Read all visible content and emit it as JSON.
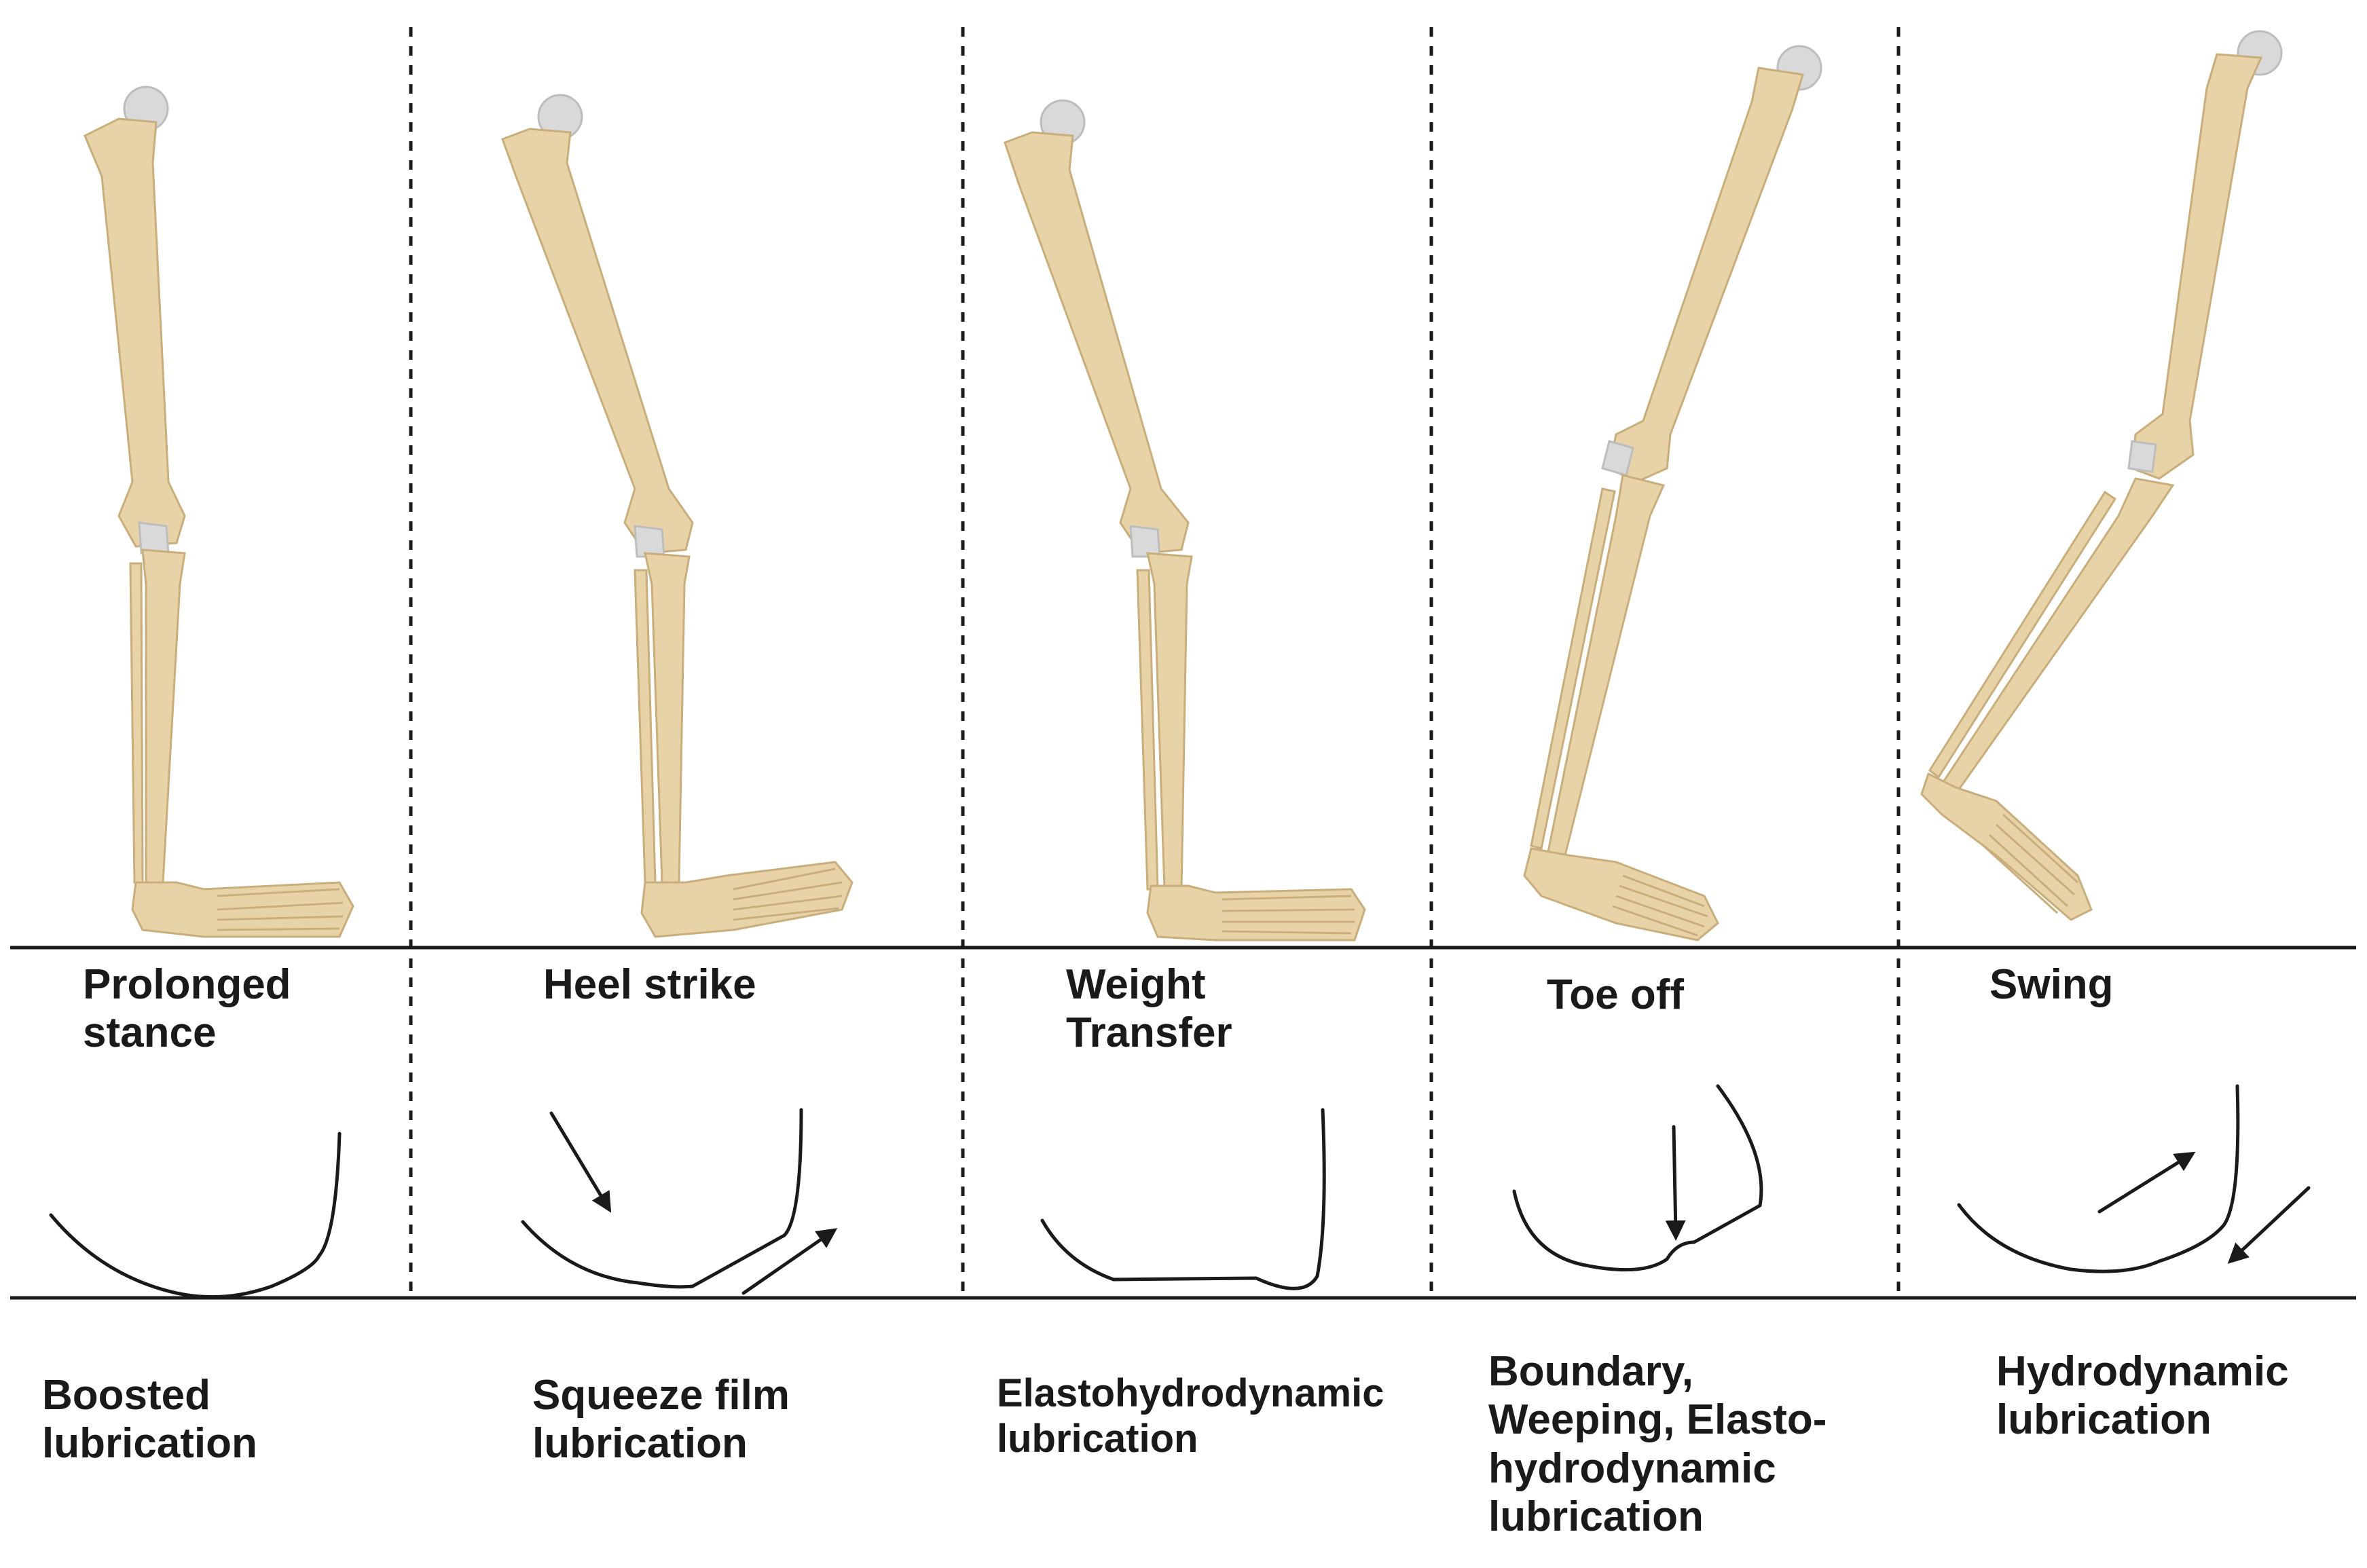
{
  "phases": [
    {
      "name": "Prolonged\nstance",
      "lubrication": "Boosted\nlubrication"
    },
    {
      "name": "Heel strike",
      "lubrication": "Squeeze film\nlubrication"
    },
    {
      "name": "Weight\nTransfer",
      "lubrication": "Elastohydrodynamic\nlubrication"
    },
    {
      "name": "Toe off",
      "lubrication": "Boundary,\nWeeping, Elasto-\nhydrodynamic\nlubrication"
    },
    {
      "name": "Swing",
      "lubrication": "Hydrodynamic\nlubrication"
    }
  ],
  "colors": {
    "bone": "#e8d3a8",
    "bone_outline": "#c9ae7c",
    "cartilage": "#d9d9d9",
    "line": "#1a1a1a"
  }
}
